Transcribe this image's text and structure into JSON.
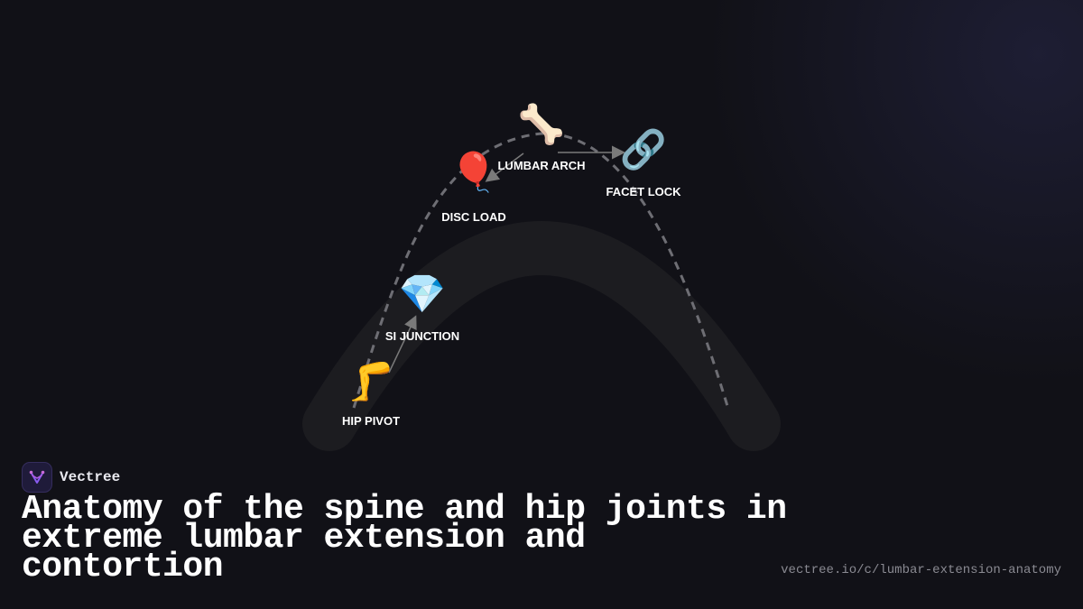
{
  "brand": {
    "name": "Vectree",
    "logo_icon": "vectree-logo-icon"
  },
  "title": "Anatomy of the spine and hip joints in extreme lumbar extension and contortion",
  "url": "vectree.io/c/lumbar-extension-anatomy",
  "nodes": [
    {
      "id": "hip",
      "label": "HIP PIVOT",
      "icon": "leg-icon",
      "glyph": "🦵"
    },
    {
      "id": "si",
      "label": "SI JUNCTION",
      "icon": "gem-icon",
      "glyph": "💎"
    },
    {
      "id": "disc",
      "label": "DISC LOAD",
      "icon": "balloon-icon",
      "glyph": "🎈"
    },
    {
      "id": "lumbar",
      "label": "LUMBAR ARCH",
      "icon": "bone-icon",
      "glyph": "🦴"
    },
    {
      "id": "facet",
      "label": "FACET LOCK",
      "icon": "link-icon",
      "glyph": "🔗"
    }
  ],
  "colors": {
    "background": "#111117",
    "arch_shadow": "#1c1c20",
    "dashed_path": "#6e6e74",
    "arrow": "#8a8a8a"
  }
}
